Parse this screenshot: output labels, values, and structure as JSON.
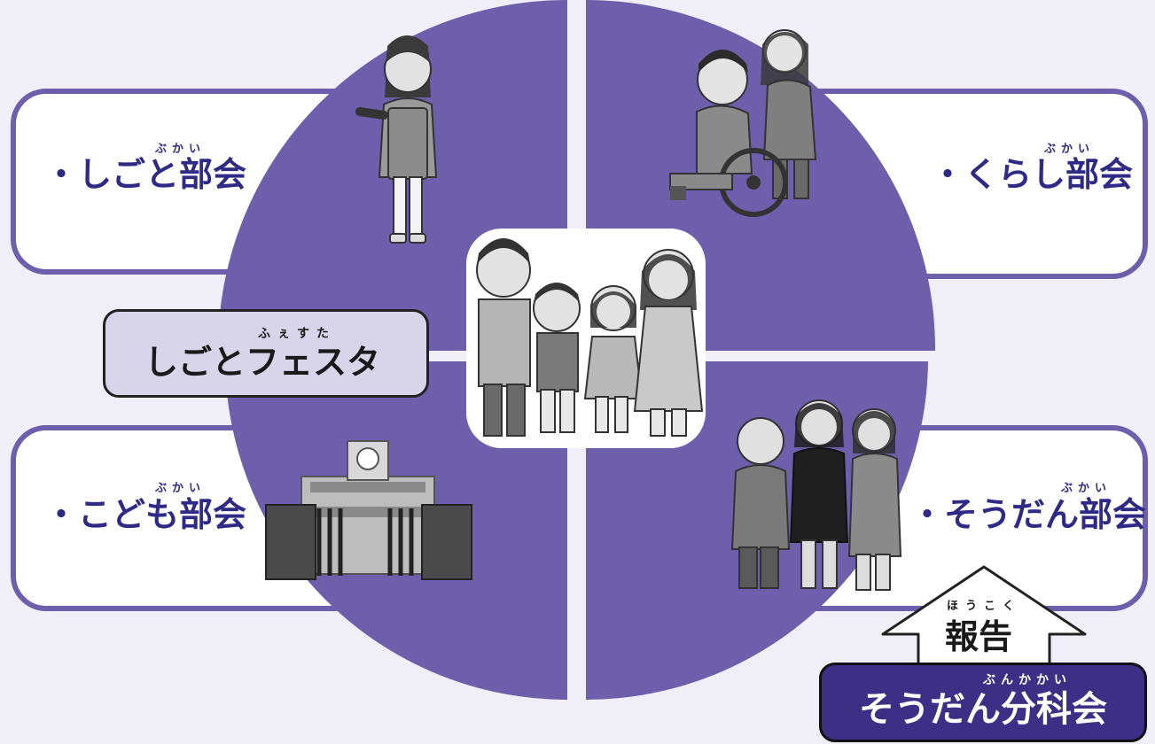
{
  "colors": {
    "background": "#f0eff7",
    "quadrant": "#6d5fac",
    "box_border": "#6d5fac",
    "label_text": "#2f2a86",
    "festa_fill": "#d8d4ea",
    "bunkakai_fill": "#3d2f86"
  },
  "committees": {
    "shigoto": {
      "ruby": "ぶかい",
      "label": "・しごと部会",
      "illustration": "woman-in-apron"
    },
    "kurashi": {
      "ruby": "ぶかい",
      "label": "・くらし部会",
      "illustration": "wheelchair-caregiver"
    },
    "kodomo": {
      "ruby": "ぶかい",
      "label": "・こども部会",
      "illustration": "school-building"
    },
    "soudan": {
      "ruby": "ぶかい",
      "label": "・そうだん部会",
      "illustration": "three-people-consultation"
    }
  },
  "festa": {
    "ruby": "ふぇすた",
    "label": "しごとフェスタ"
  },
  "report": {
    "ruby": "ほうこく",
    "label": "報告",
    "icon": "up-arrow"
  },
  "subcommittee": {
    "ruby": "ぶんかかい",
    "label": "そうだん分科会"
  },
  "center": {
    "illustration": "family-of-four"
  }
}
